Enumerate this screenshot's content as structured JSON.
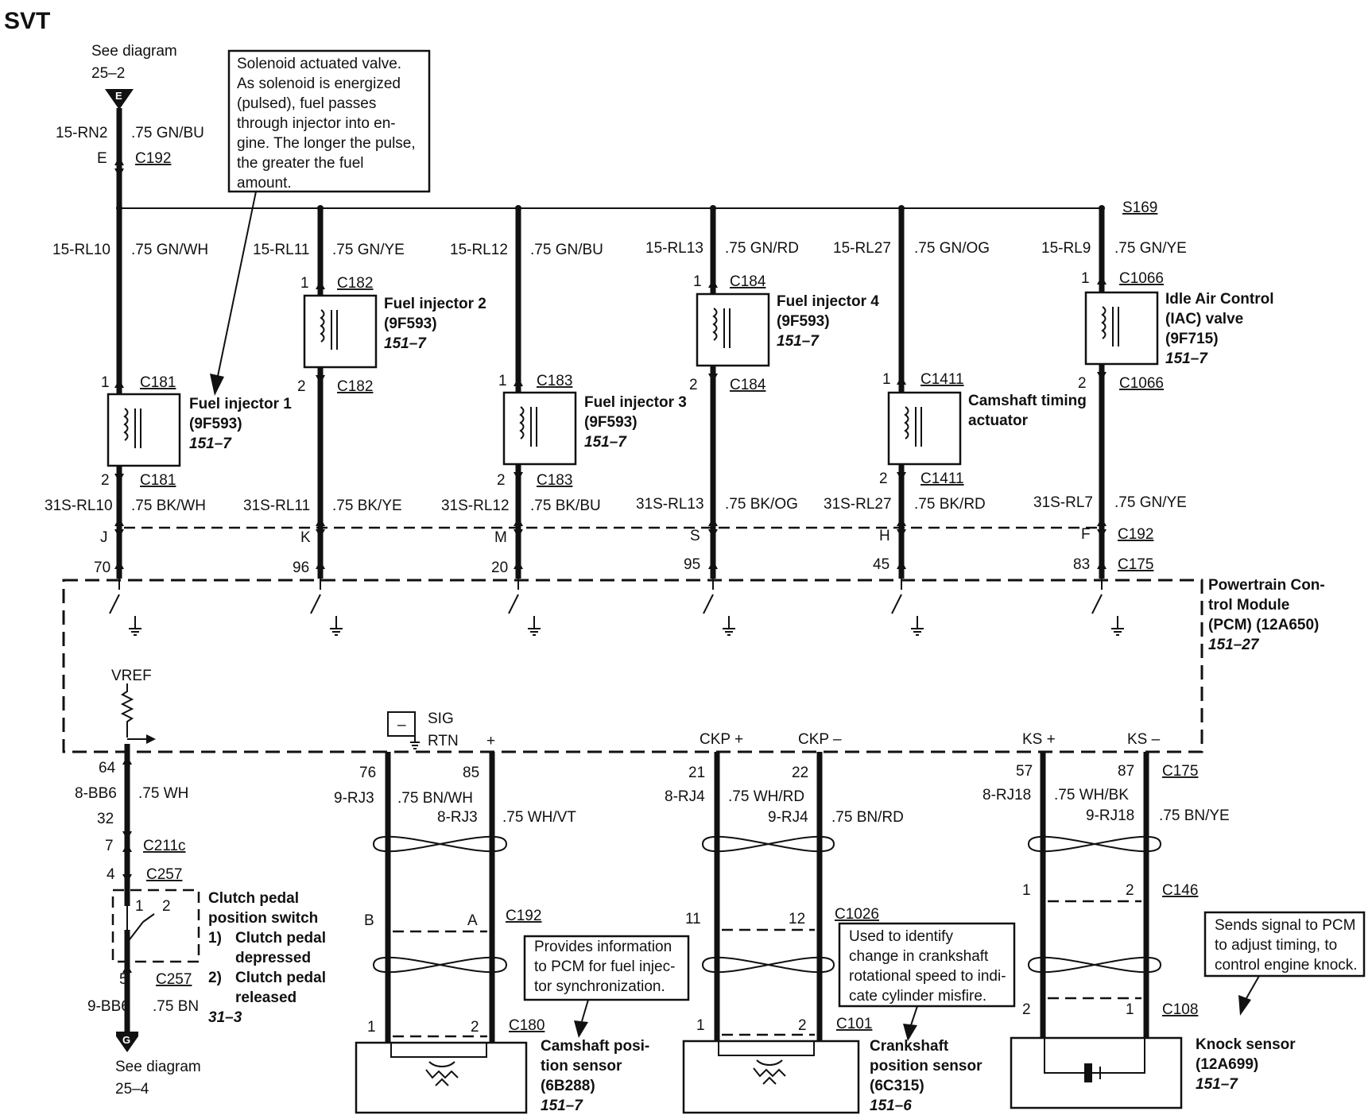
{
  "page": {
    "title": "SVT",
    "see_top_label": "See diagram",
    "see_top_ref": "25–2",
    "see_bottom_label": "See diagram",
    "see_bottom_ref": "25–4",
    "conn_top_letter": "E",
    "conn_bottom_letter": "G",
    "splice": "S169"
  },
  "feed": {
    "circuit": "15-RN2",
    "color": ".75 GN/BU",
    "pin": "E",
    "connector": "C192"
  },
  "note_solenoid": [
    "Solenoid actuated valve.",
    "As solenoid is energized",
    "(pulsed), fuel passes",
    "through injector into en-",
    "gine. The longer the pulse,",
    "the greater the fuel",
    "amount."
  ],
  "branches": [
    {
      "circuit_top": "15-RL10",
      "color_top": ".75 GN/WH",
      "pin1": "1",
      "conn1": "C181",
      "name": [
        "Fuel injector 1",
        "(9F593)"
      ],
      "ref": "151–7",
      "pin2": "2",
      "conn2": "C181",
      "circuit_bot": "31S-RL10",
      "color_bot": ".75 BK/WH",
      "letter": "J",
      "pcm_pin": "70"
    },
    {
      "circuit_top": "15-RL11",
      "color_top": ".75 GN/YE",
      "pin1": "1",
      "conn1": "C182",
      "name": [
        "Fuel injector 2",
        "(9F593)"
      ],
      "ref": "151–7",
      "pin2": "2",
      "conn2": "C182",
      "circuit_bot": "31S-RL11",
      "color_bot": ".75 BK/YE",
      "letter": "K",
      "pcm_pin": "96"
    },
    {
      "circuit_top": "15-RL12",
      "color_top": ".75 GN/BU",
      "pin1": "1",
      "conn1": "C183",
      "name": [
        "Fuel injector 3",
        "(9F593)"
      ],
      "ref": "151–7",
      "pin2": "2",
      "conn2": "C183",
      "circuit_bot": "31S-RL12",
      "color_bot": ".75 BK/BU",
      "letter": "M",
      "pcm_pin": "20"
    },
    {
      "circuit_top": "15-RL13",
      "color_top": ".75 GN/RD",
      "pin1": "1",
      "conn1": "C184",
      "name": [
        "Fuel injector 4",
        "(9F593)"
      ],
      "ref": "151–7",
      "pin2": "2",
      "conn2": "C184",
      "circuit_bot": "31S-RL13",
      "color_bot": ".75 BK/OG",
      "letter": "S",
      "pcm_pin": "95"
    },
    {
      "circuit_top": "15-RL27",
      "color_top": ".75 GN/OG",
      "pin1": "1",
      "conn1": "C1411",
      "name": [
        "Camshaft timing",
        "actuator"
      ],
      "ref": "",
      "pin2": "2",
      "conn2": "C1411",
      "circuit_bot": "31S-RL27",
      "color_bot": ".75 BK/RD",
      "letter": "H",
      "pcm_pin": "45"
    },
    {
      "circuit_top": "15-RL9",
      "color_top": ".75 GN/YE",
      "pin1": "1",
      "conn1": "C1066",
      "name": [
        "Idle Air Control",
        "(IAC) valve",
        "(9F715)"
      ],
      "ref": "151–7",
      "pin2": "2",
      "conn2": "C1066",
      "circuit_bot": "31S-RL7",
      "color_bot": ".75 GN/YE",
      "letter": "F",
      "pcm_pin": "83"
    }
  ],
  "row_connectors": {
    "c192": "C192",
    "c175": "C175"
  },
  "pcm": {
    "name": [
      "Powertrain Con-",
      "trol Module",
      "(PCM) (12A650)"
    ],
    "ref": "151–27"
  },
  "clutch": {
    "vref": "VREF",
    "pin_top": "64",
    "circuit": "8-BB6",
    "color": ".75 WH",
    "pin_a": "32",
    "pin_b": "7",
    "conn_b": "C211c",
    "pin_c": "4",
    "conn_c": "C257",
    "sw_pin1": "1",
    "sw_pin2": "2",
    "name": [
      "Clutch pedal",
      "position switch"
    ],
    "state1_num": "1)",
    "state1": [
      "Clutch pedal",
      "depressed"
    ],
    "state2_num": "2)",
    "state2": [
      "Clutch pedal",
      "released"
    ],
    "ref": "31–3",
    "pin_d": "5",
    "conn_d": "C257",
    "circuit_d": "9-BB6",
    "color_d": ".75 BN"
  },
  "cmp": {
    "sig": "SIG",
    "rtn": "RTN",
    "minus": "–",
    "plus": "+",
    "pin_left": "76",
    "pin_right": "85",
    "circuit_left": "9-RJ3",
    "color_left": ".75 BN/WH",
    "circuit_right": "8-RJ3",
    "color_right": ".75 WH/VT",
    "b": "B",
    "a": "A",
    "conn_mid": "C192",
    "s1": "1",
    "s2": "2",
    "conn_bot": "C180",
    "note": [
      "Provides information",
      "to PCM for fuel injec-",
      "tor synchronization."
    ],
    "name": [
      "Camshaft posi-",
      "tion sensor",
      "(6B288)"
    ],
    "ref": "151–7"
  },
  "ckp": {
    "lab_plus": "CKP +",
    "lab_minus": "CKP –",
    "pin_left": "21",
    "pin_right": "22",
    "circuit_left": "8-RJ4",
    "color_left": ".75 WH/RD",
    "circuit_right": "9-RJ4",
    "color_right": ".75 BN/RD",
    "p11": "11",
    "p12": "12",
    "conn_mid": "C1026",
    "s1": "1",
    "s2": "2",
    "conn_bot": "C101",
    "note": [
      "Used to identify",
      "change in crankshaft",
      "rotational speed to indi-",
      "cate cylinder misfire."
    ],
    "name": [
      "Crankshaft",
      "position sensor",
      "(6C315)"
    ],
    "ref": "151–6"
  },
  "ks": {
    "lab_plus": "KS +",
    "lab_minus": "KS –",
    "pin_left": "57",
    "pin_right": "87",
    "conn_top": "C175",
    "circuit_left": "8-RJ18",
    "color_left": ".75 WH/BK",
    "circuit_right": "9-RJ18",
    "color_right": ".75 BN/YE",
    "m1": "1",
    "m2": "2",
    "conn_mid": "C146",
    "s2": "2",
    "s1": "1",
    "conn_bot": "C108",
    "note": [
      "Sends signal to PCM",
      "to adjust timing, to",
      "control engine knock."
    ],
    "name": [
      "Knock sensor",
      "(12A699)"
    ],
    "ref": "151–7"
  }
}
